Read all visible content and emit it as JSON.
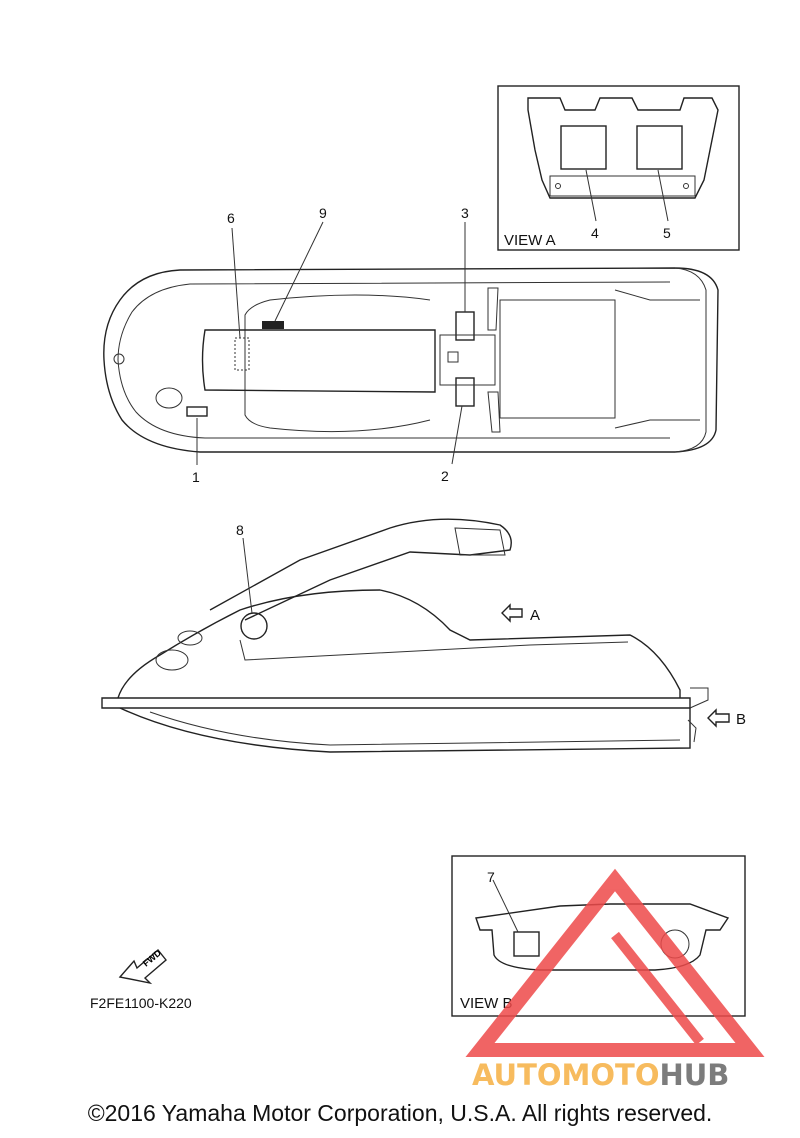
{
  "callouts": [
    "1",
    "2",
    "3",
    "4",
    "5",
    "6",
    "7",
    "8",
    "9"
  ],
  "view_a_label": "VIEW A",
  "view_b_label": "VIEW B",
  "arrow_a_label": "A",
  "arrow_b_label": "B",
  "fwd_label": "FWD",
  "part_number": "F2FE1100-K220",
  "copyright": "©2016 Yamaha Motor Corporation, U.S.A. All rights reserved.",
  "watermark": {
    "part1": "AUTOMOTO",
    "part2": "HUB",
    "color_orange": "#f6b042",
    "color_red": "#ee4a4a",
    "color_gray": "#666666"
  },
  "colors": {
    "line": "#222222",
    "background": "#ffffff"
  }
}
